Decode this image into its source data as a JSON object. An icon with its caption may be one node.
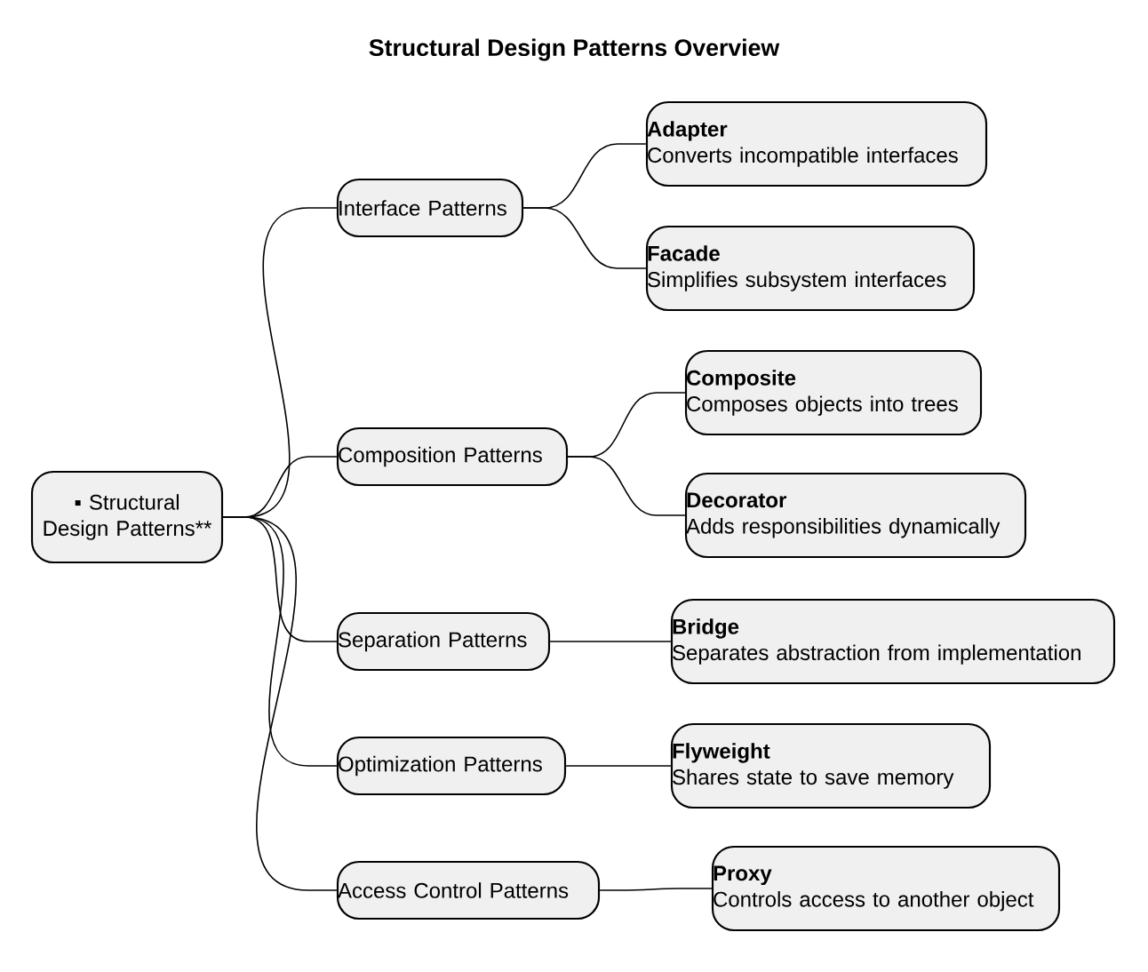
{
  "diagram": {
    "title": "Structural Design Patterns Overview",
    "nodes": [
      {
        "text": [
          "▪ Structural Design Patterns**"
        ]
      },
      {
        "text": [
          "Interface Patterns"
        ]
      },
      {
        "text": [
          "Adapter",
          "Converts incompatible interfaces"
        ]
      },
      {
        "text": [
          "Facade",
          "Simplifies subsystem interfaces"
        ]
      },
      {
        "text": [
          "Composition Patterns"
        ]
      },
      {
        "text": [
          "Composite",
          "Composes objects into trees"
        ]
      },
      {
        "text": [
          "Decorator",
          "Adds responsibilities dynamically"
        ]
      },
      {
        "text": [
          "Separation Patterns"
        ]
      },
      {
        "text": [
          "Bridge",
          "Separates abstraction from implementation"
        ]
      },
      {
        "text": [
          "Optimization Patterns"
        ]
      },
      {
        "text": [
          "Flyweight",
          "Shares state to save memory"
        ]
      },
      {
        "text": [
          "Access Control Patterns"
        ]
      },
      {
        "text": [
          "Proxy",
          "Controls access to another object"
        ]
      }
    ],
    "edges": [
      {
        "from": 0,
        "to": 1,
        "arrow": "none"
      },
      {
        "from": 1,
        "to": 2,
        "arrow": "none"
      },
      {
        "from": 1,
        "to": 3,
        "arrow": "none"
      },
      {
        "from": 0,
        "to": 4,
        "arrow": "none"
      },
      {
        "from": 4,
        "to": 5,
        "arrow": "none"
      },
      {
        "from": 4,
        "to": 6,
        "arrow": "none"
      },
      {
        "from": 0,
        "to": 7,
        "arrow": "none"
      },
      {
        "from": 7,
        "to": 8,
        "arrow": "none"
      },
      {
        "from": 0,
        "to": 9,
        "arrow": "none"
      },
      {
        "from": 9,
        "to": 10,
        "arrow": "none"
      },
      {
        "from": 0,
        "to": 11,
        "arrow": "none"
      },
      {
        "from": 11,
        "to": 12,
        "arrow": "none"
      }
    ]
  }
}
